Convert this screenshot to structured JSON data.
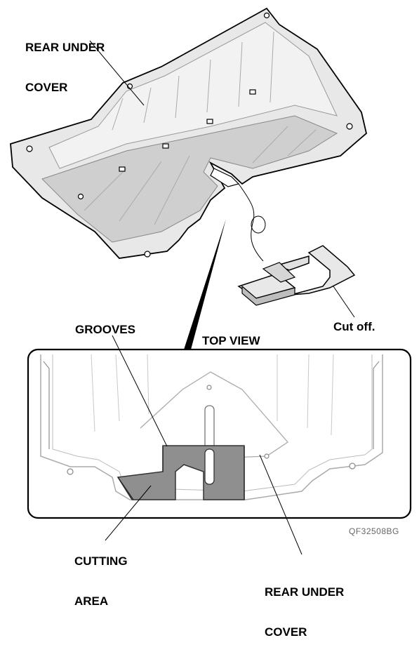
{
  "labels": {
    "rear_under_cover_top": [
      "REAR UNDER",
      "COVER"
    ],
    "cut_off": "Cut off.",
    "grooves": "GROOVES",
    "top_view": "TOP VIEW",
    "cutting_area": [
      "CUTTING",
      "AREA"
    ],
    "rear_under_cover_bottom": [
      "REAR UNDER",
      "COVER"
    ],
    "figure_code": "QF32508BG"
  },
  "colors": {
    "line": "#000000",
    "cover_fill": "#e8e8e8",
    "cover_shade": "#c6c6c6",
    "cutting_fill": "#8f8f8f",
    "frame": "#000000"
  }
}
